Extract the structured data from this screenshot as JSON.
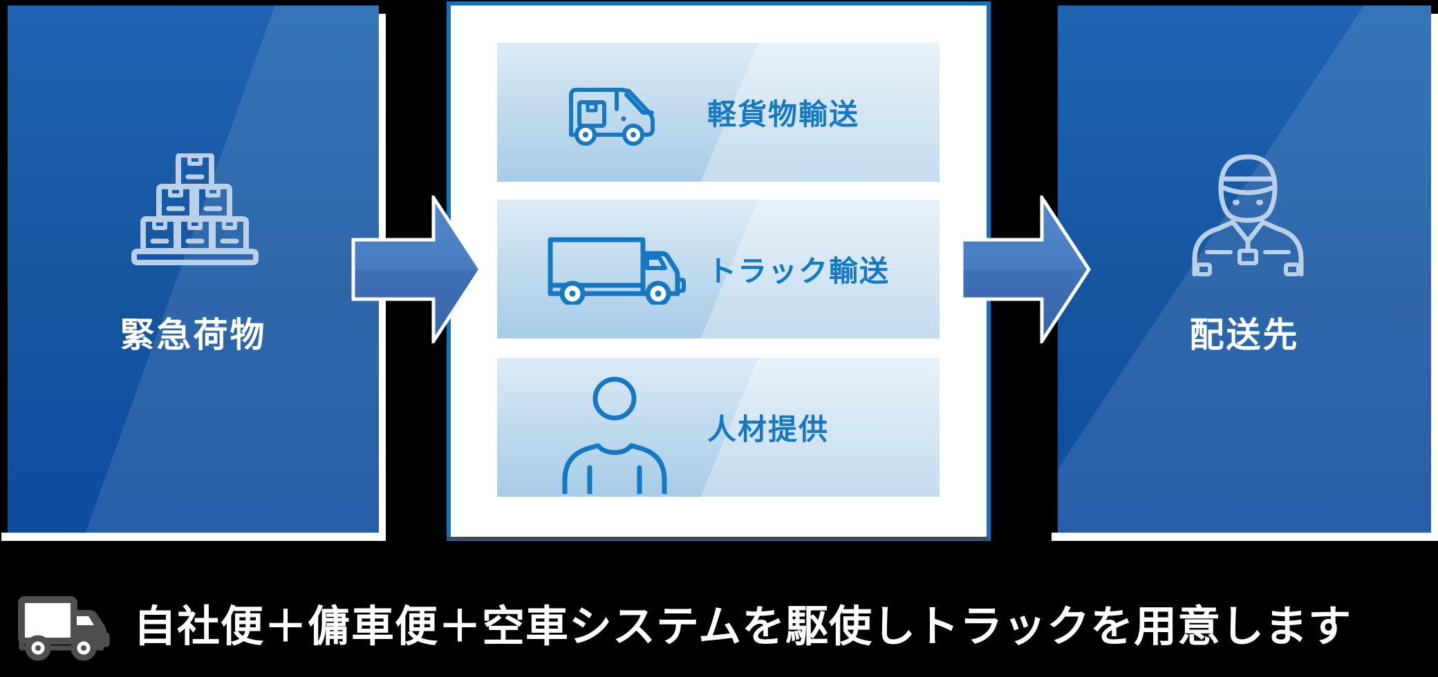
{
  "page": {
    "background": "#000000"
  },
  "flow": {
    "source": {
      "label": "緊急荷物",
      "icon": "boxes-stack-icon"
    },
    "center_services": [
      {
        "label": "軽貨物輸送",
        "icon": "delivery-van-icon"
      },
      {
        "label": "トラック輸送",
        "icon": "truck-icon"
      },
      {
        "label": "人材提供",
        "icon": "person-icon"
      }
    ],
    "destination": {
      "label": "配送先",
      "icon": "delivery-worker-icon"
    }
  },
  "footer": {
    "icon": "truck-icon",
    "text": "自社便＋傭車便＋空車システムを駆使しトラックを用意します"
  },
  "colors": {
    "box_blue_top": "#1e63b2",
    "box_blue_bottom": "#0d4ba0",
    "panel_border": "#1372ba",
    "row_bg_top": "#dcebf6",
    "row_bg_bottom": "#a7cce7",
    "service_text": "#1478c2",
    "arrow_top": "#5389c8",
    "arrow_bottom": "#3766aa",
    "light_icon_stroke": "#bad0e8",
    "footer_icon_gray": "#4f4f4f",
    "label_text": "#ffffff"
  }
}
